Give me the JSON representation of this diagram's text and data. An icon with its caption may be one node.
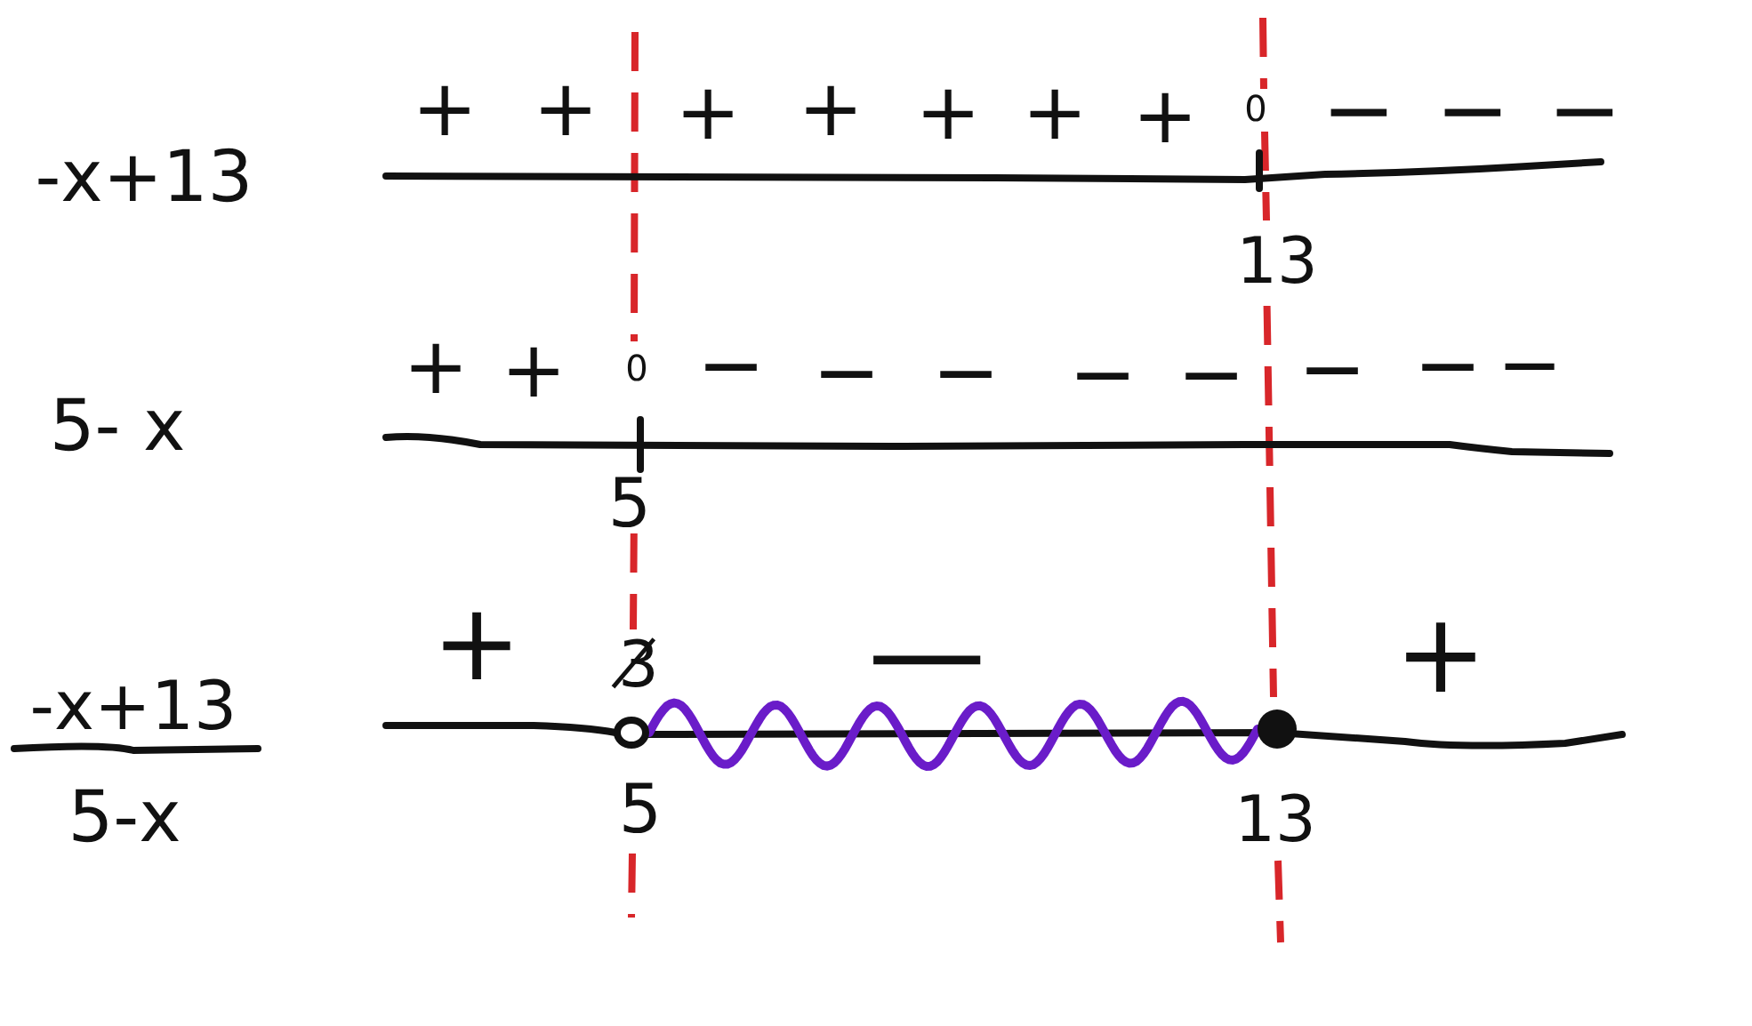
{
  "diagram": {
    "nodes": [
      {
        "text": [],
        "shape": "circle"
      },
      {
        "text": [],
        "shape": "circle"
      }
    ],
    "edges": [
      {
        "from": 0,
        "to": 1,
        "arrow": "none"
      }
    ],
    "labels": [
      "-x+13",
      "+",
      "+",
      "+",
      "+",
      "+",
      "+",
      "+",
      "0",
      "−",
      "−",
      "−",
      "13",
      "5- x",
      "+",
      "+",
      "0",
      "−",
      "−",
      "−",
      "−",
      "−",
      "−",
      "−",
      "−",
      "5",
      "-x+13",
      "5-x",
      "+",
      "3̸",
      "−",
      "+",
      "5",
      "13"
    ]
  }
}
